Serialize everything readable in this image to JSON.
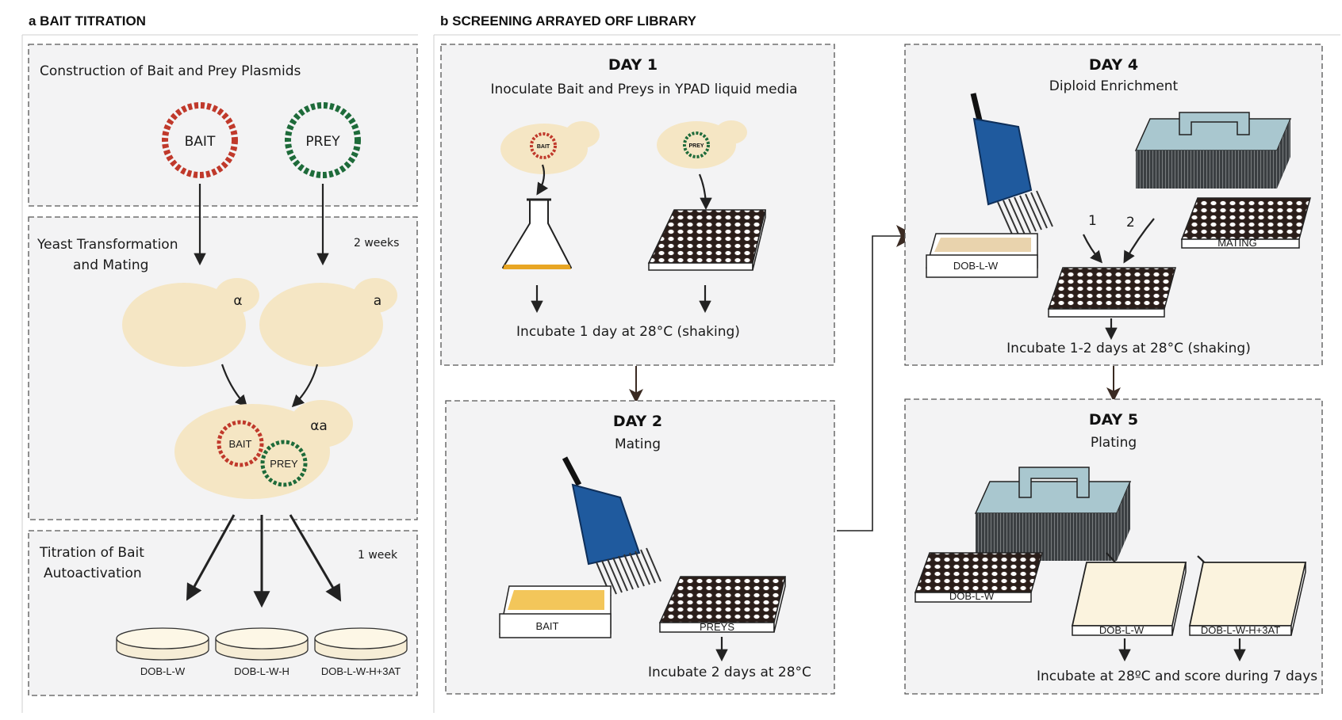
{
  "panel_a": {
    "header": "a  BAIT TITRATION",
    "step1": "Construction of Bait and Prey Plasmids",
    "bait": "BAIT",
    "prey": "PREY",
    "step2_line1": "Yeast  Transformation",
    "step2_line2": "and Mating",
    "step2_time": "2 weeks",
    "alpha": "α",
    "a": "a",
    "alpha_a": "αa",
    "step3_line1": "Titration of Bait",
    "step3_line2": "Autoactivation",
    "step3_time": "1 week",
    "plates": [
      "DOB-L-W",
      "DOB-L-W-H",
      "DOB-L-W-H+3AT"
    ]
  },
  "panel_b": {
    "header": "b  SCREENING ARRAYED ORF LIBRARY",
    "day1": {
      "title": "DAY 1",
      "subtitle": "Inoculate Bait and Preys in YPAD liquid media",
      "bait": "BAIT",
      "prey": "PREY",
      "caption": "Incubate 1 day at 28°C (shaking)"
    },
    "day2": {
      "title": "DAY 2",
      "subtitle": "Mating",
      "bait_tray": "BAIT",
      "prey_plate": "PREYS",
      "caption": "Incubate 2 days at 28°C"
    },
    "day4": {
      "title": "DAY 4",
      "subtitle": "Diploid Enrichment",
      "tray": "DOB-L-W",
      "plate": "MATING",
      "step1": "1",
      "step2": "2",
      "caption": "Incubate 1-2 days at 28°C (shaking)"
    },
    "day5": {
      "title": "DAY 5",
      "subtitle": "Plating",
      "plate_src": "DOB-L-W",
      "agar1": "DOB-L-W",
      "agar2": "DOB-L-W-H+3AT",
      "caption": "Incubate at 28ºC and score during 7 days"
    }
  },
  "colors": {
    "bait_red": "#c0392b",
    "prey_green": "#1e6b3a",
    "yeast": "#f5e6c4",
    "pipette_blue": "#1f5a9e",
    "replicator": "#a9c7cf"
  }
}
